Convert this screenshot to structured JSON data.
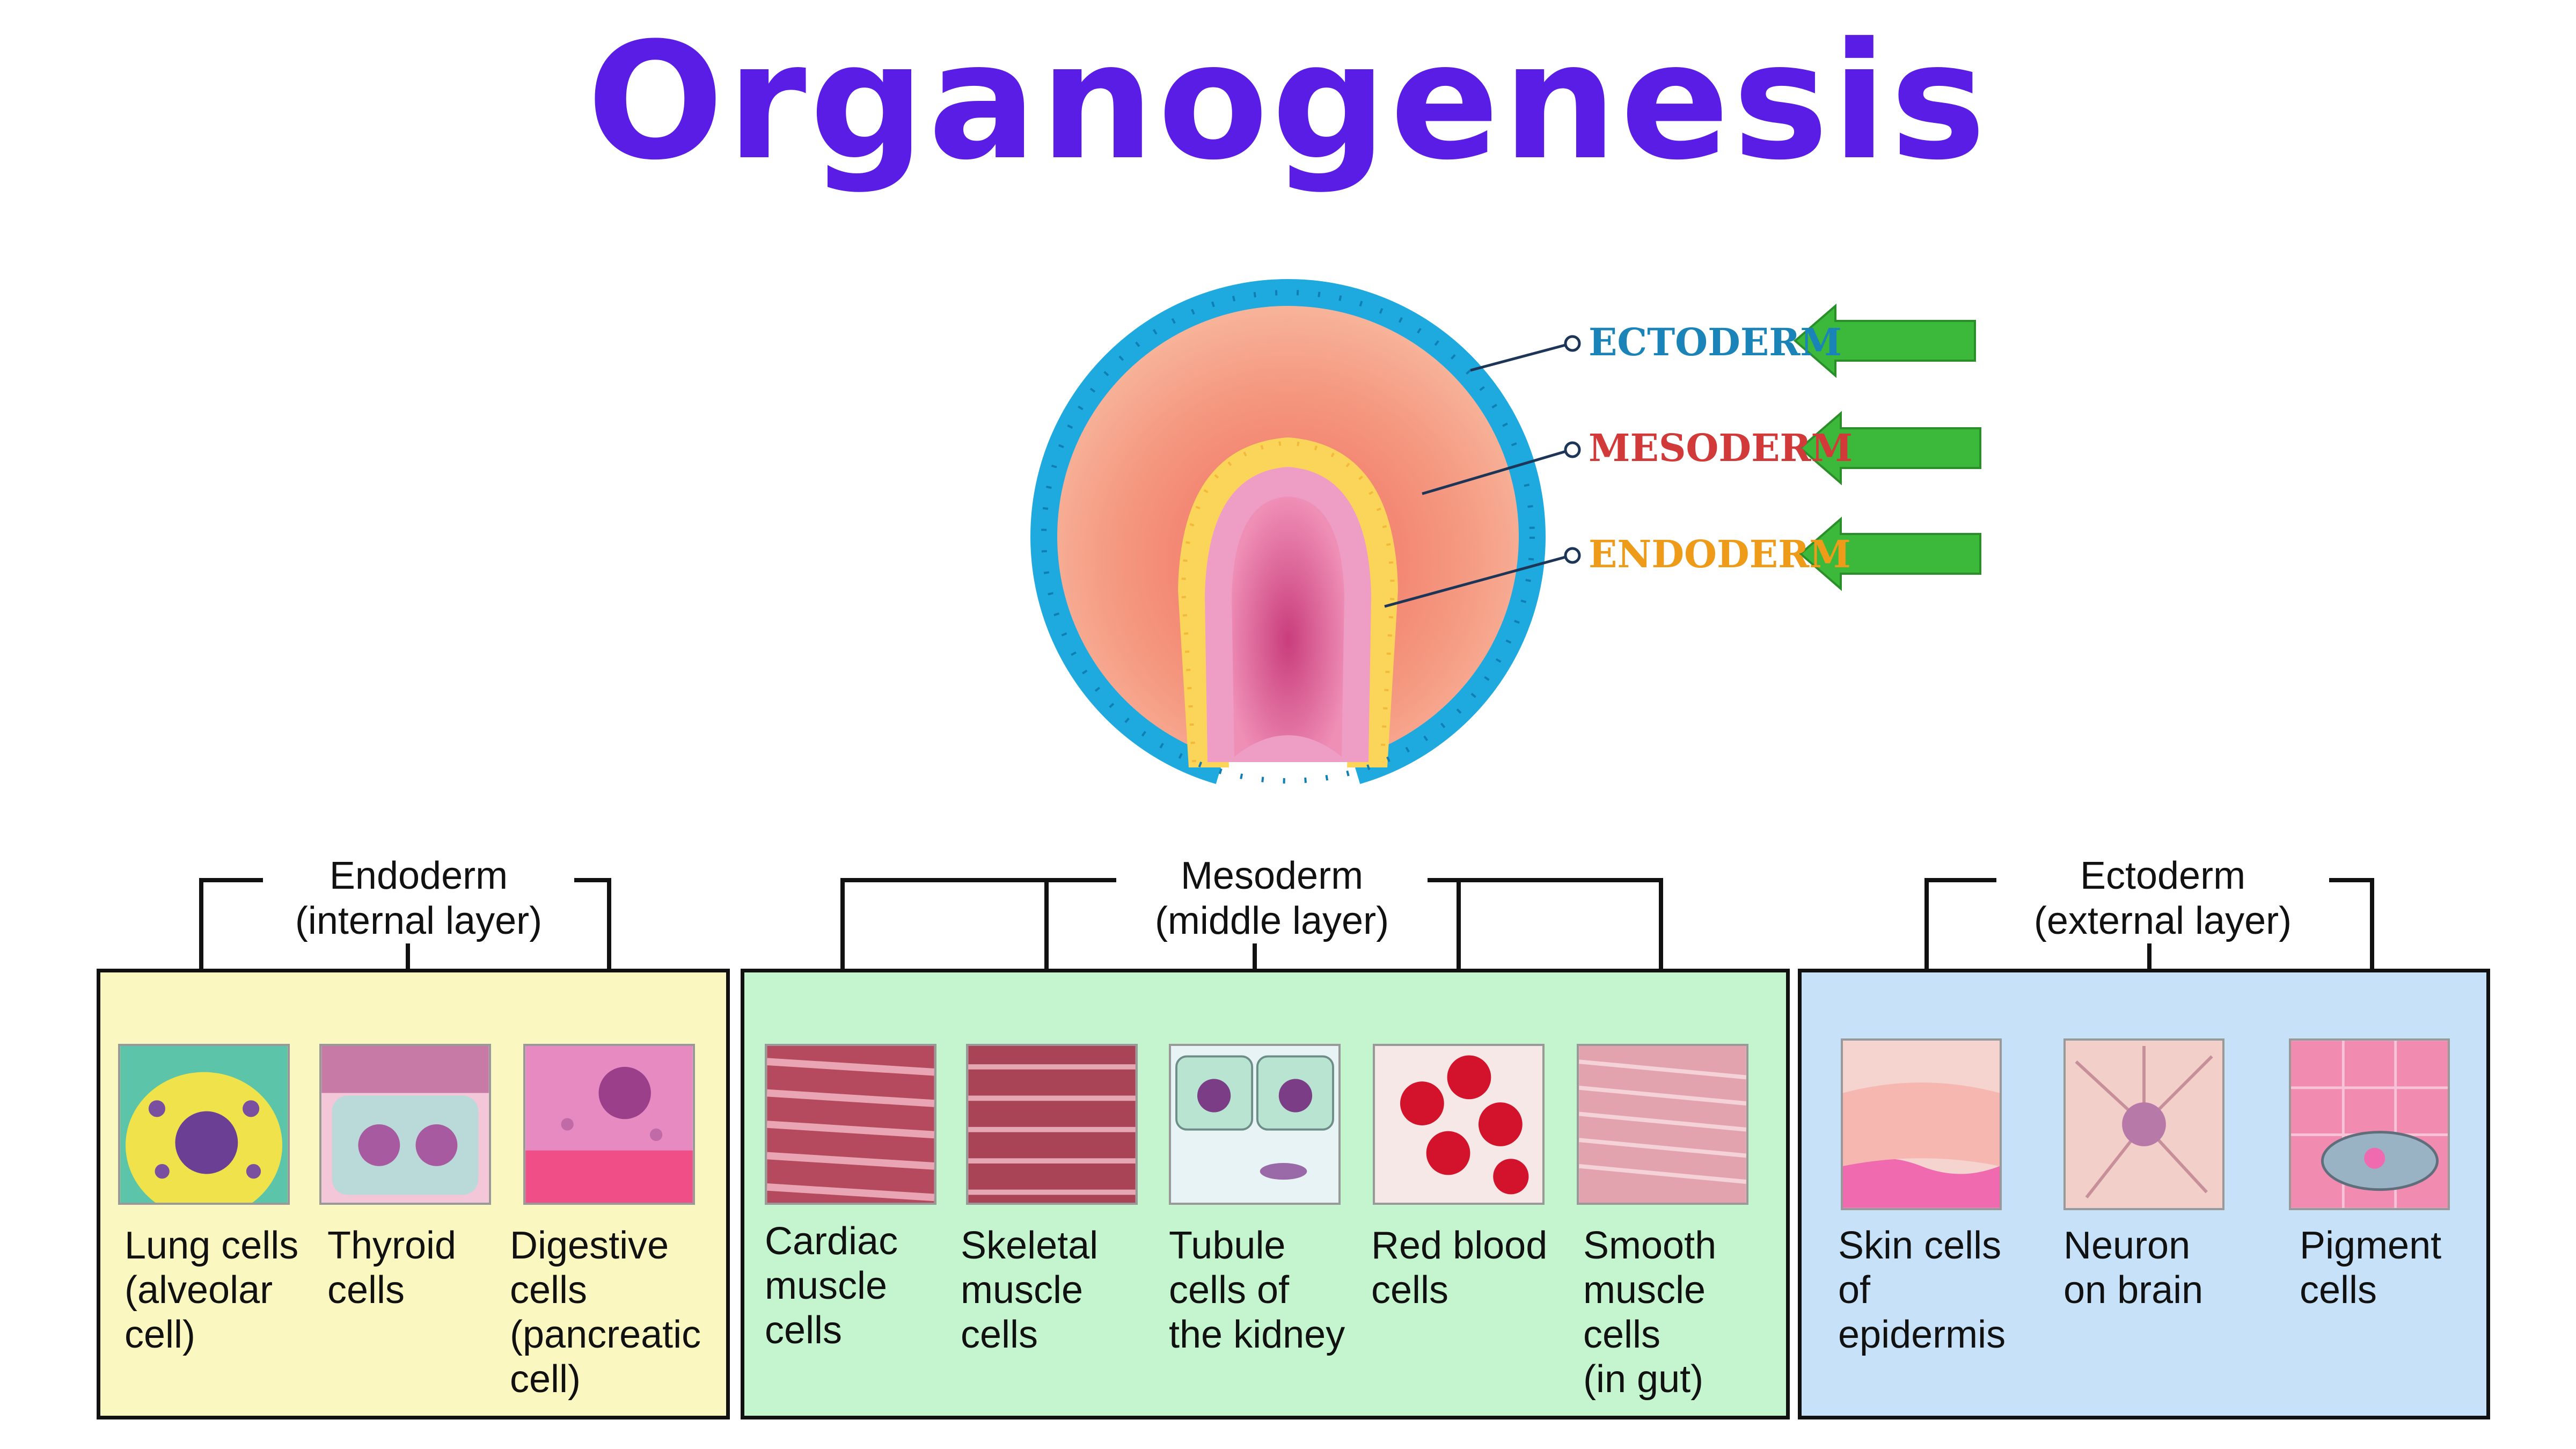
{
  "title": "Organogenesis",
  "embryo_labels": {
    "ectoderm": "ECTODERM",
    "mesoderm": "MESODERM",
    "endoderm": "ENDODERM"
  },
  "colors": {
    "title": "#5a1de6",
    "ectoderm": "#1a84b8",
    "mesoderm": "#d23a3a",
    "endoderm": "#ef9b1a",
    "arrow": "#3cb83a",
    "endoderm_box": "#fbf7c0",
    "mesoderm_box": "#c4f5cf",
    "ectoderm_box": "#c6e1f8"
  },
  "groups": {
    "endoderm": {
      "label_line1": "Endoderm",
      "label_line2": "(internal layer)",
      "cells": [
        {
          "line1": "Lung cells",
          "line2": "(alveolar",
          "line3": "cell)",
          "line4": ""
        },
        {
          "line1": "Thyroid",
          "line2": "cells",
          "line3": "",
          "line4": ""
        },
        {
          "line1": "Digestive",
          "line2": "cells",
          "line3": "(pancreatic",
          "line4": "cell)"
        }
      ]
    },
    "mesoderm": {
      "label_line1": "Mesoderm",
      "label_line2": "(middle layer)",
      "cells": [
        {
          "line1": "Cardiac",
          "line2": "muscle",
          "line3": "cells",
          "line4": ""
        },
        {
          "line1": "Skeletal",
          "line2": "muscle",
          "line3": "cells",
          "line4": ""
        },
        {
          "line1": "Tubule",
          "line2": "cells of",
          "line3": "the kidney",
          "line4": ""
        },
        {
          "line1": "Red blood",
          "line2": "cells",
          "line3": "",
          "line4": ""
        },
        {
          "line1": "Smooth",
          "line2": "muscle",
          "line3": "cells",
          "line4": "(in gut)"
        }
      ]
    },
    "ectoderm": {
      "label_line1": "Ectoderm",
      "label_line2": "(external layer)",
      "cells": [
        {
          "line1": "Skin cells",
          "line2": "of",
          "line3": "epidermis",
          "line4": ""
        },
        {
          "line1": "Neuron",
          "line2": "on brain",
          "line3": "",
          "line4": ""
        },
        {
          "line1": "Pigment",
          "line2": "cells",
          "line3": "",
          "line4": ""
        }
      ]
    }
  }
}
